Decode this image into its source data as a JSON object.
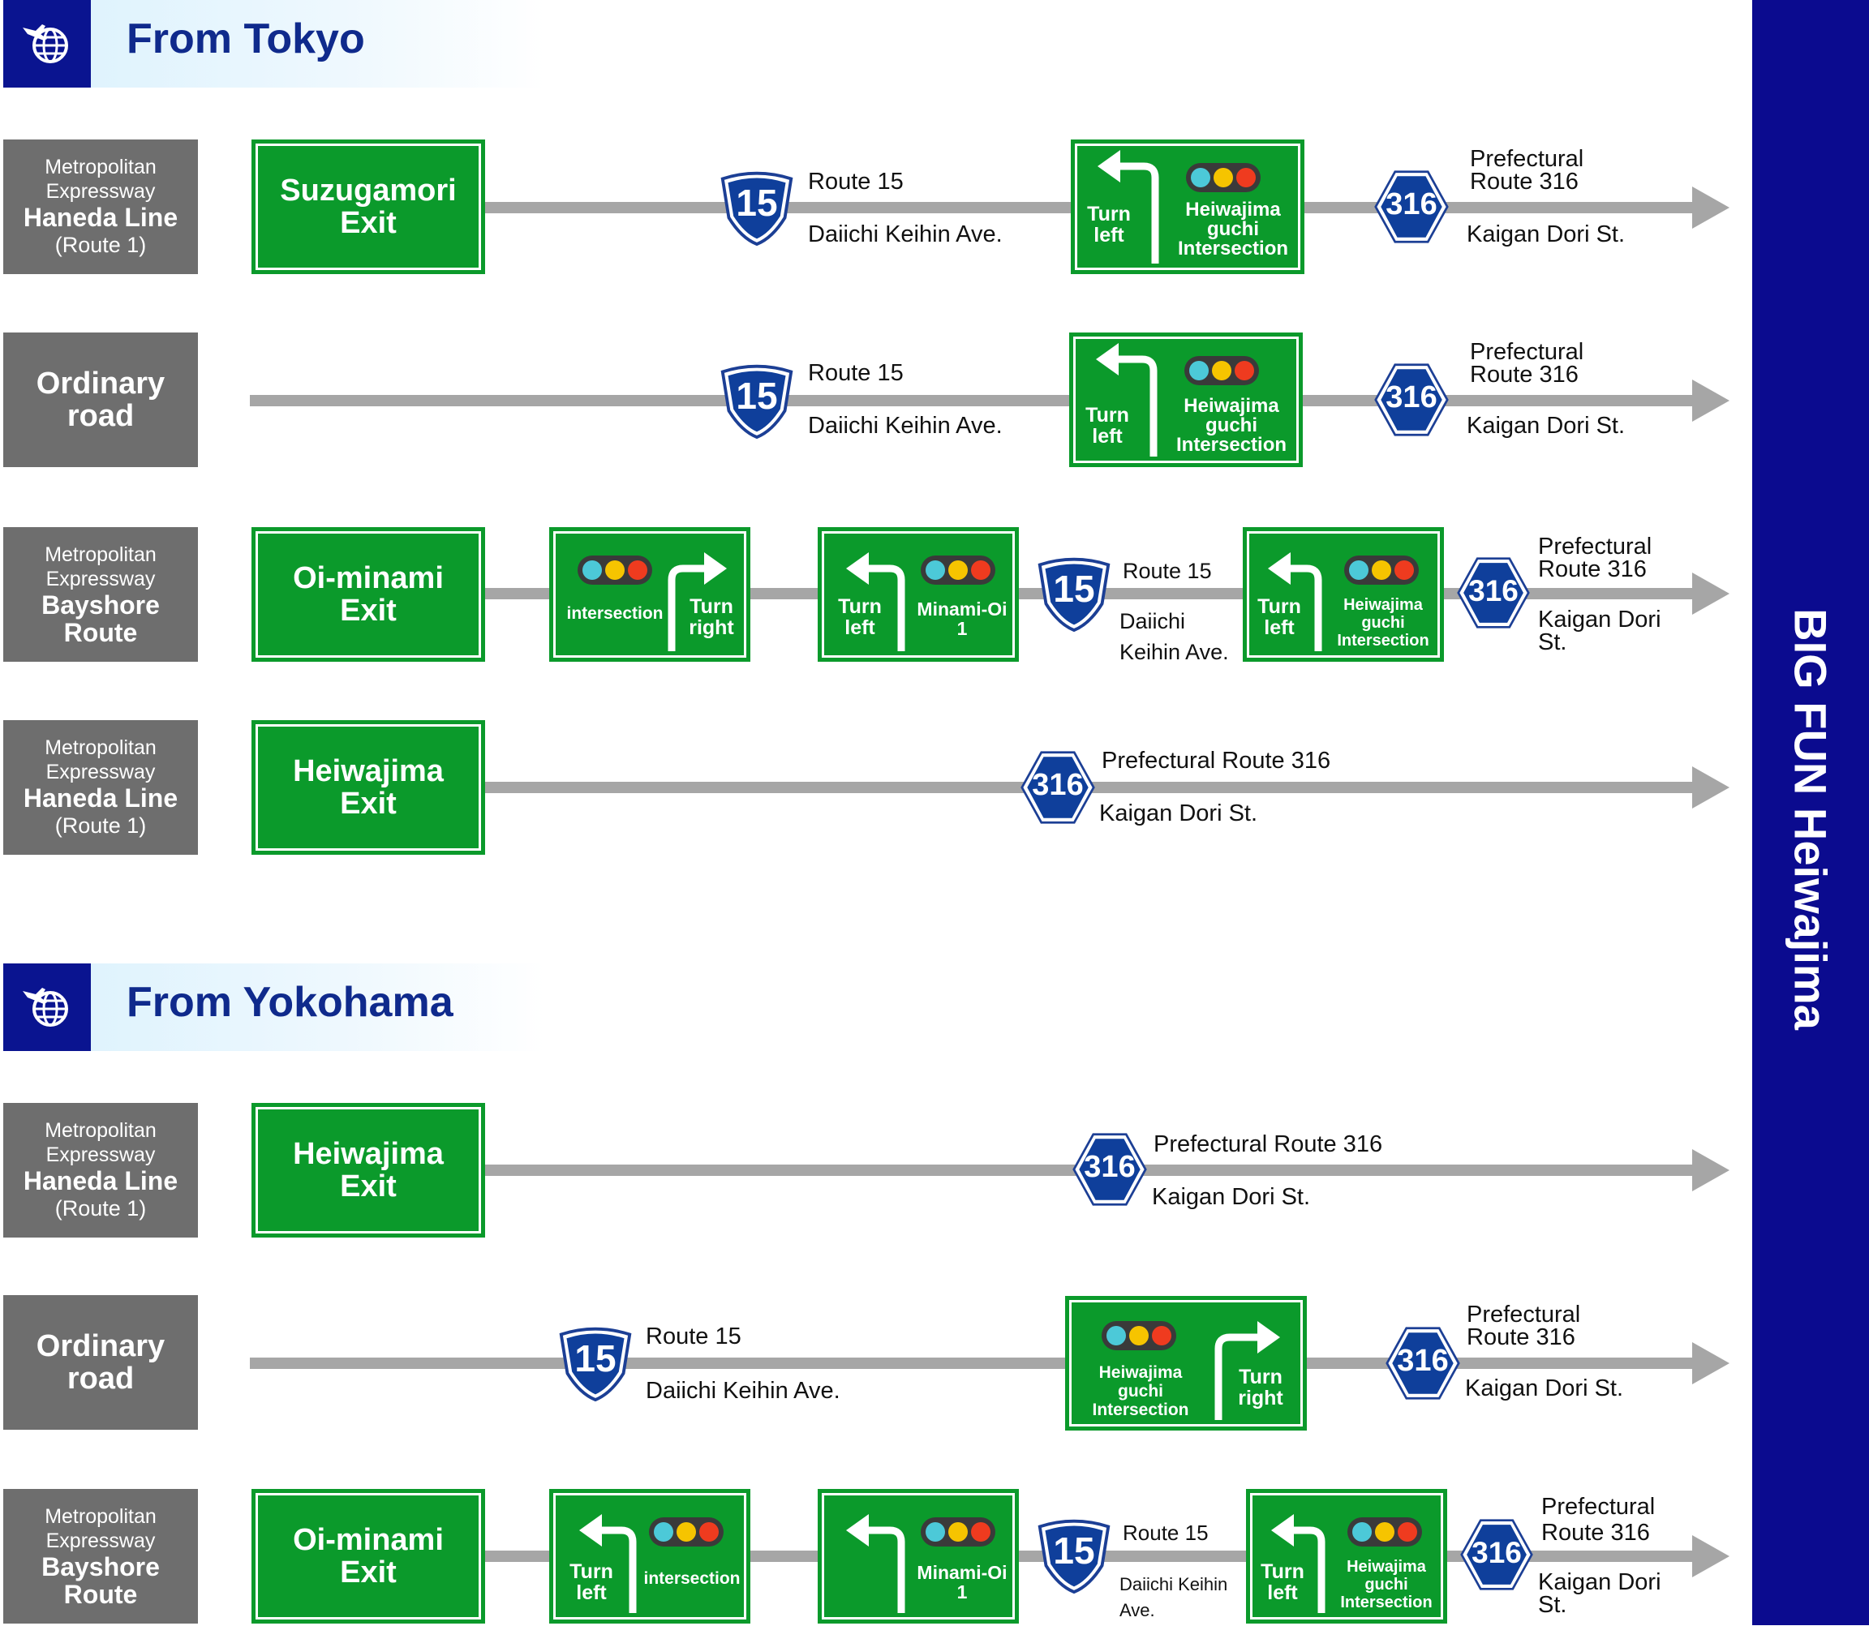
{
  "colors": {
    "navy": "#0b0b8f",
    "sign_green": "#0b9a2b",
    "road_gray": "#a6a6a6",
    "source_gray": "#6e6e6e",
    "shield_blue": "#0f3f9b"
  },
  "icons": {
    "section": "plane-globe-icon",
    "signal": "traffic-light-icon",
    "turn": "turn-arrow-icon"
  },
  "destination": "BIG FUN Heiwajima",
  "tokyo": {
    "title": "From Tokyo",
    "r1": {
      "src1": "Metropolitan",
      "src2": "Expressway",
      "src3": "Haneda Line",
      "src4": "(Route 1)",
      "exit1": "Suzugamori",
      "exit2": "Exit",
      "route15_shield": "15",
      "route15": "Route 15",
      "route15_street": "Daiichi Keihin Ave.",
      "turn1": "Turn",
      "turn2": "left",
      "int1": "Heiwajima",
      "int2": "guchi",
      "int3": "Intersection",
      "route316_shield": "316",
      "route316_a": "Prefectural",
      "route316_b": "Route 316",
      "route316_street": "Kaigan Dori St."
    },
    "r2": {
      "src1": "Ordinary",
      "src2": "road",
      "route15_shield": "15",
      "route15": "Route 15",
      "route15_street": "Daiichi Keihin Ave.",
      "turn1": "Turn",
      "turn2": "left",
      "int1": "Heiwajima",
      "int2": "guchi",
      "int3": "Intersection",
      "route316_shield": "316",
      "route316_a": "Prefectural",
      "route316_b": "Route 316",
      "route316_street": "Kaigan Dori St."
    },
    "r3": {
      "src1": "Metropolitan",
      "src2": "Expressway",
      "src3": "Bayshore",
      "src4": "Route",
      "exit1": "Oi-minami",
      "exit2": "Exit",
      "s1_int": "intersection",
      "s1_turn1": "Turn",
      "s1_turn2": "right",
      "s2_turn1": "Turn",
      "s2_turn2": "left",
      "s2_int1": "Minami-Oi",
      "s2_int2": "1",
      "route15_shield": "15",
      "route15": "Route 15",
      "route15_st1": "Daiichi",
      "route15_st2": "Keihin Ave.",
      "s3_turn1": "Turn",
      "s3_turn2": "left",
      "s3_int1": "Heiwajima",
      "s3_int2": "guchi",
      "s3_int3": "Intersection",
      "route316_shield": "316",
      "route316_a": "Prefectural",
      "route316_b": "Route 316",
      "route316_st1": "Kaigan Dori",
      "route316_st2": "St."
    },
    "r4": {
      "src1": "Metropolitan",
      "src2": "Expressway",
      "src3": "Haneda Line",
      "src4": "(Route 1)",
      "exit1": "Heiwajima",
      "exit2": "Exit",
      "route316_shield": "316",
      "route316": "Prefectural Route 316",
      "route316_street": "Kaigan Dori St."
    }
  },
  "yokohama": {
    "title": "From Yokohama",
    "r1": {
      "src1": "Metropolitan",
      "src2": "Expressway",
      "src3": "Haneda Line",
      "src4": "(Route 1)",
      "exit1": "Heiwajima",
      "exit2": "Exit",
      "route316_shield": "316",
      "route316": "Prefectural Route 316",
      "route316_street": "Kaigan Dori St."
    },
    "r2": {
      "src1": "Ordinary",
      "src2": "road",
      "route15_shield": "15",
      "route15": "Route 15",
      "route15_street": "Daiichi Keihin Ave.",
      "int1": "Heiwajima",
      "int2": "guchi",
      "int3": "Intersection",
      "turn1": "Turn",
      "turn2": "right",
      "route316_shield": "316",
      "route316_a": "Prefectural",
      "route316_b": "Route 316",
      "route316_street": "Kaigan Dori St."
    },
    "r3": {
      "src1": "Metropolitan",
      "src2": "Expressway",
      "src3": "Bayshore",
      "src4": "Route",
      "exit1": "Oi-minami",
      "exit2": "Exit",
      "s1_turn1": "Turn",
      "s1_turn2": "left",
      "s1_int": "intersection",
      "s2_int1": "Minami-Oi",
      "s2_int2": "1",
      "route15_shield": "15",
      "route15": "Route 15",
      "route15_st1": "Daiichi Keihin",
      "route15_st2": "Ave.",
      "s3_turn1": "Turn",
      "s3_turn2": "left",
      "s3_int1": "Heiwajima",
      "s3_int2": "guchi",
      "s3_int3": "Intersection",
      "route316_shield": "316",
      "route316_a": "Prefectural",
      "route316_b": "Route 316",
      "route316_st1": "Kaigan Dori",
      "route316_st2": "St."
    }
  }
}
